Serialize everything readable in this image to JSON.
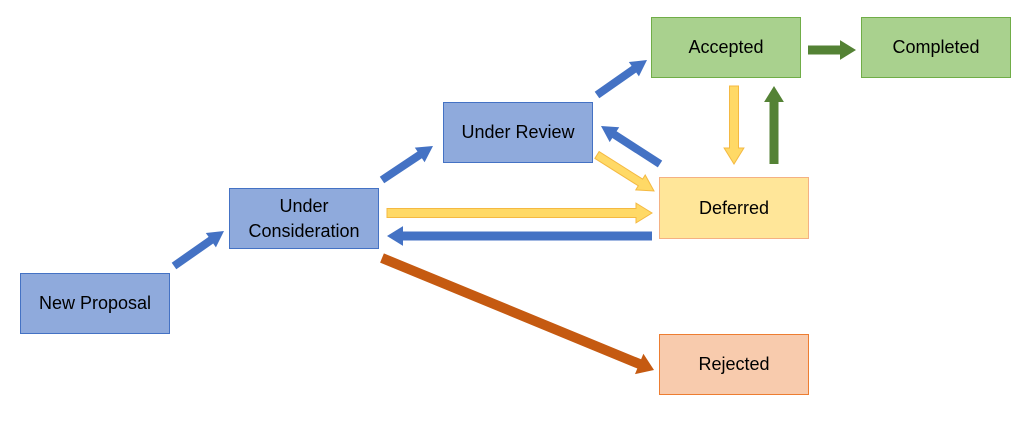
{
  "diagram": {
    "nodes": {
      "new_proposal": {
        "label": "New Proposal",
        "fill": "#8FAADC",
        "stroke": "#4472C4"
      },
      "under_consideration": {
        "label": "Under\nConsideration",
        "fill": "#8FAADC",
        "stroke": "#4472C4"
      },
      "under_review": {
        "label": "Under Review",
        "fill": "#8FAADC",
        "stroke": "#4472C4"
      },
      "accepted": {
        "label": "Accepted",
        "fill": "#A9D18E",
        "stroke": "#70AD47"
      },
      "completed": {
        "label": "Completed",
        "fill": "#A9D18E",
        "stroke": "#70AD47"
      },
      "deferred": {
        "label": "Deferred",
        "fill": "#FFE699",
        "stroke": "#F4B183"
      },
      "rejected": {
        "label": "Rejected",
        "fill": "#F8CBAD",
        "stroke": "#ED7D31"
      }
    },
    "arrow_colors": {
      "blue": "#4472C4",
      "yellow": "#FFD966",
      "yellow_outline": "#F4B942",
      "green": "#548235",
      "orange": "#C55A11"
    },
    "transitions": [
      {
        "id": "new-to-consideration",
        "from": "New Proposal",
        "to": "Under Consideration",
        "color": "blue"
      },
      {
        "id": "consideration-to-review",
        "from": "Under Consideration",
        "to": "Under Review",
        "color": "blue"
      },
      {
        "id": "review-to-accepted",
        "from": "Under Review",
        "to": "Accepted",
        "color": "blue"
      },
      {
        "id": "accepted-to-completed",
        "from": "Accepted",
        "to": "Completed",
        "color": "green"
      },
      {
        "id": "accepted-to-deferred",
        "from": "Accepted",
        "to": "Deferred",
        "color": "yellow"
      },
      {
        "id": "deferred-to-accepted",
        "from": "Deferred",
        "to": "Accepted",
        "color": "green"
      },
      {
        "id": "deferred-to-review",
        "from": "Deferred",
        "to": "Under Review",
        "color": "blue"
      },
      {
        "id": "review-to-deferred",
        "from": "Under Review",
        "to": "Deferred",
        "color": "yellow"
      },
      {
        "id": "consideration-to-deferred",
        "from": "Under Consideration",
        "to": "Deferred",
        "color": "yellow"
      },
      {
        "id": "deferred-to-consideration",
        "from": "Deferred",
        "to": "Under Consideration",
        "color": "blue"
      },
      {
        "id": "consideration-to-rejected",
        "from": "Under Consideration",
        "to": "Rejected",
        "color": "orange"
      }
    ]
  }
}
